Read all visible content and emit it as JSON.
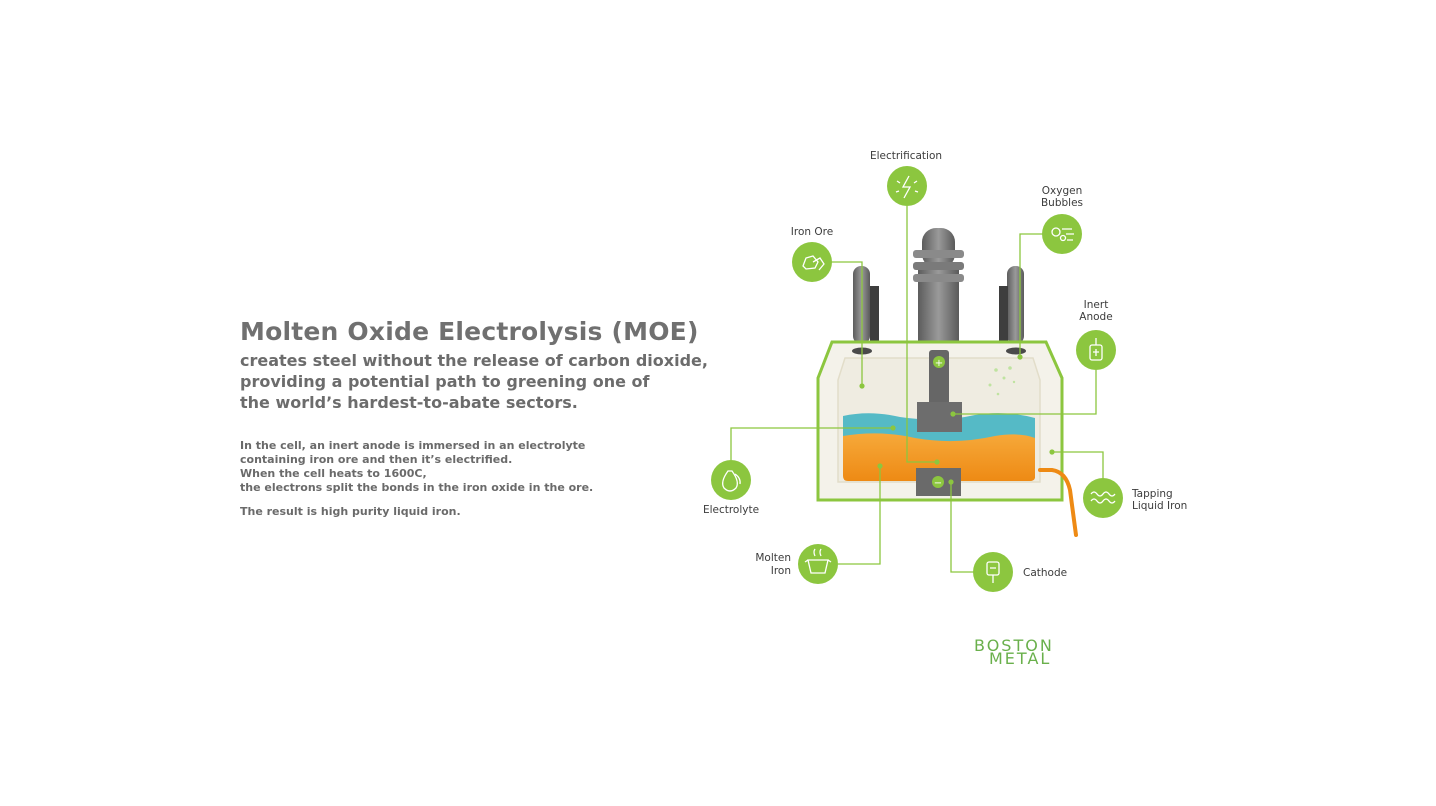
{
  "headline": "Molten Oxide Electrolysis (MOE)",
  "subhead": [
    "creates steel without the release of carbon dioxide,",
    "providing a potential path to greening one of",
    "the world’s hardest-to-abate sectors."
  ],
  "body": [
    "In the cell, an inert anode is immersed in an electrolyte",
    "containing iron ore and then it’s electrified.",
    "When the cell heats to 1600C,",
    "the electrons split the bonds in the iron oxide in the ore."
  ],
  "result": "The result is high purity liquid iron.",
  "labels": {
    "electrification": "Electrification",
    "oxygen_1": "Oxygen",
    "oxygen_2": "Bubbles",
    "iron_ore": "Iron Ore",
    "inert_1": "Inert",
    "inert_2": "Anode",
    "electrolyte": "Electrolyte",
    "tapping_1": "Tapping",
    "tapping_2": "Liquid Iron",
    "molten_1": "Molten",
    "molten_2": "Iron",
    "cathode": "Cathode"
  },
  "logo": {
    "line1": "BOSTON",
    "line2": "METAL"
  },
  "colors": {
    "accent_green": "#8cc63f",
    "electrolyte_blue": "#4fb7c3",
    "molten_orange": "#f0941e",
    "steel_gray": "#7a7a7a"
  },
  "icons": [
    "lightning-icon",
    "bubbles-icon",
    "ore-icon",
    "anode-icon",
    "droplet-icon",
    "wave-icon",
    "pot-icon",
    "cathode-icon"
  ]
}
